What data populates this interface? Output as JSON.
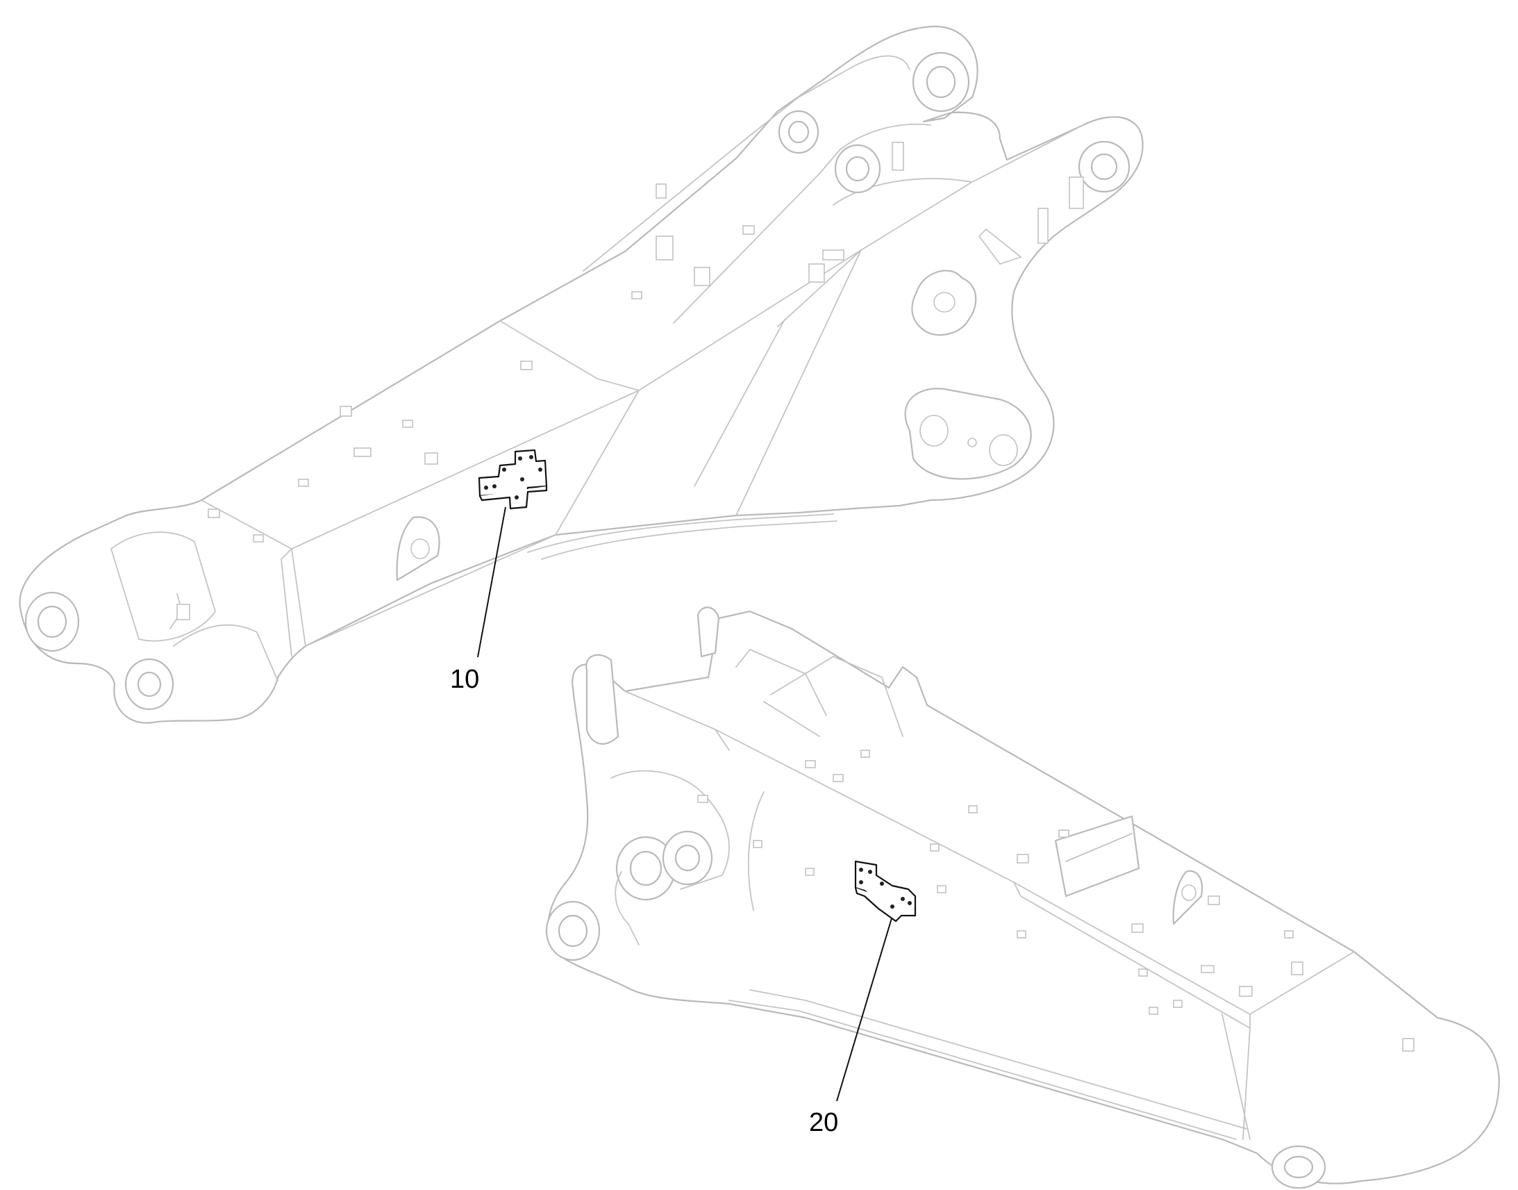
{
  "callouts": [
    {
      "id": "10",
      "text": "10"
    },
    {
      "id": "20",
      "text": "20"
    }
  ],
  "colors": {
    "ghost_outline": "#b9b9b9",
    "part_outline": "#111111",
    "text": "#000000",
    "background": "#ffffff"
  }
}
